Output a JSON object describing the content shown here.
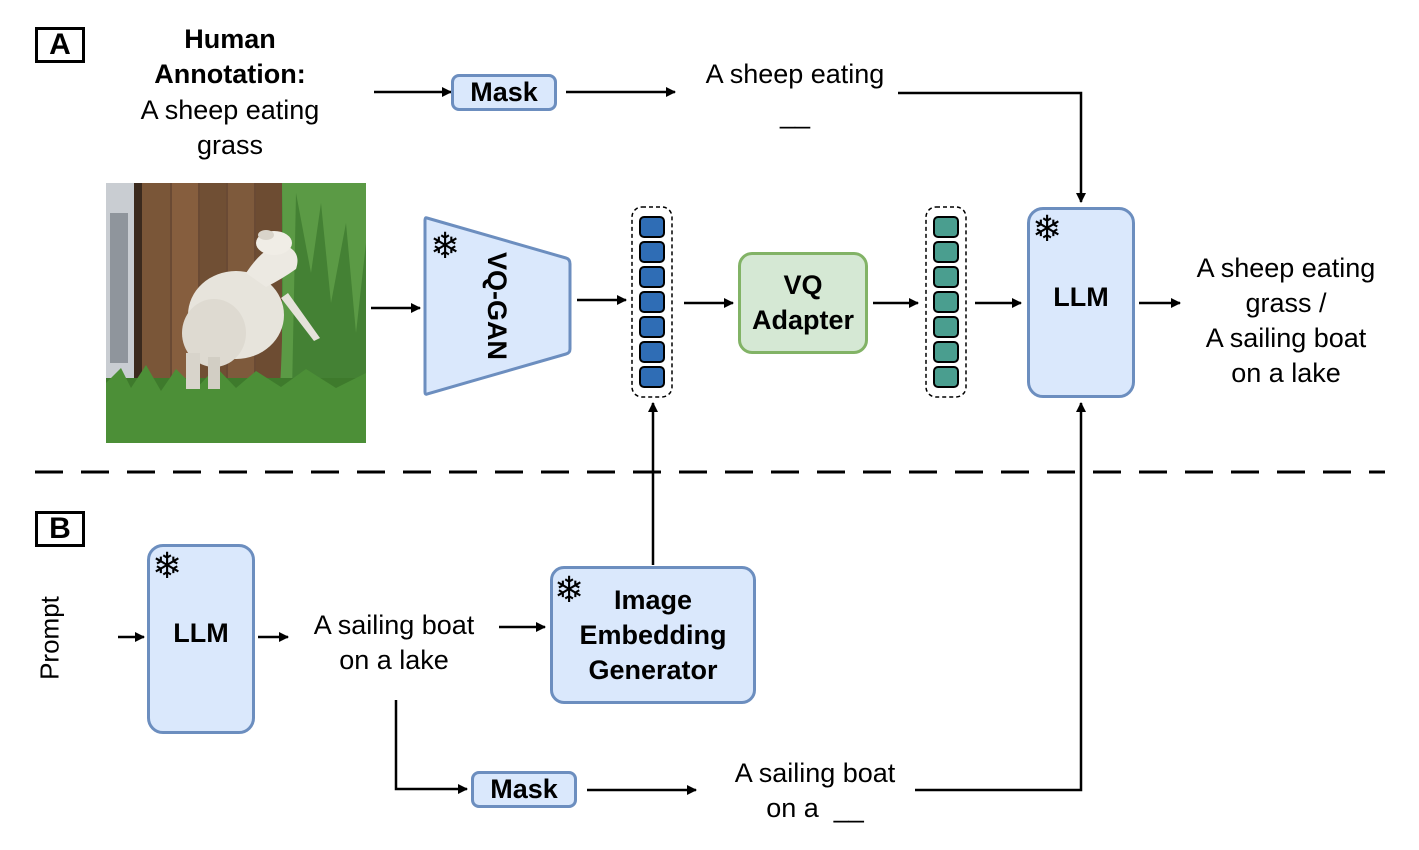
{
  "section_a": {
    "label": "A",
    "annotation_title_line1": "Human",
    "annotation_title_line2": "Annotation:",
    "annotation_text_line1": "A sheep eating",
    "annotation_text_line2": "grass",
    "mask_label": "Mask",
    "masked_text_line1": "A sheep eating",
    "masked_text_line2": "__",
    "vqgan_label": "VQ-GAN",
    "adapter_line1": "VQ",
    "adapter_line2": "Adapter",
    "llm_label": "LLM",
    "output_line1": "A sheep eating",
    "output_line2": "grass /",
    "output_line3": "A sailing boat",
    "output_line4": "on a lake"
  },
  "section_b": {
    "label": "B",
    "prompt_label": "Prompt",
    "llm_label": "LLM",
    "caption_line1": "A sailing boat",
    "caption_line2": "on a lake",
    "generator_line1": "Image",
    "generator_line2": "Embedding",
    "generator_line3": "Generator",
    "mask_label": "Mask",
    "masked_text_line1": "A sailing boat",
    "masked_text_line2": "on a  __"
  },
  "icons": {
    "frozen": "snowflake-icon",
    "image": "sheep-photo"
  },
  "colors": {
    "blue_fill": "#dae8fc",
    "blue_border": "#6c8ebf",
    "green_fill": "#d5e8d4",
    "green_border": "#82b366",
    "token_vq": "#2f6db5",
    "token_adapted": "#4a9e8f"
  }
}
